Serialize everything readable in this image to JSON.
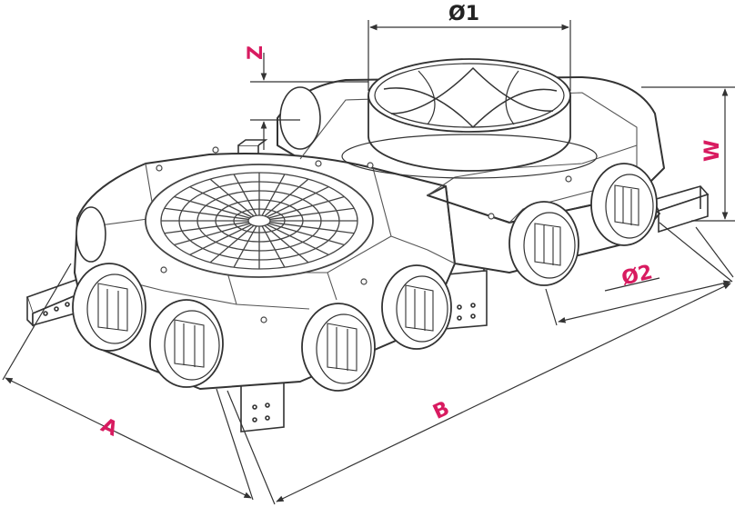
{
  "diagram": {
    "labels": {
      "d1": "Ø1",
      "z": "Z",
      "w": "W",
      "d2": "Ø2",
      "a": "A",
      "b": "B"
    },
    "colors": {
      "accent": "#d81b60",
      "ink": "#222222",
      "line": "#333333",
      "fill": "#ffffff",
      "shade": "#dddddd"
    }
  }
}
